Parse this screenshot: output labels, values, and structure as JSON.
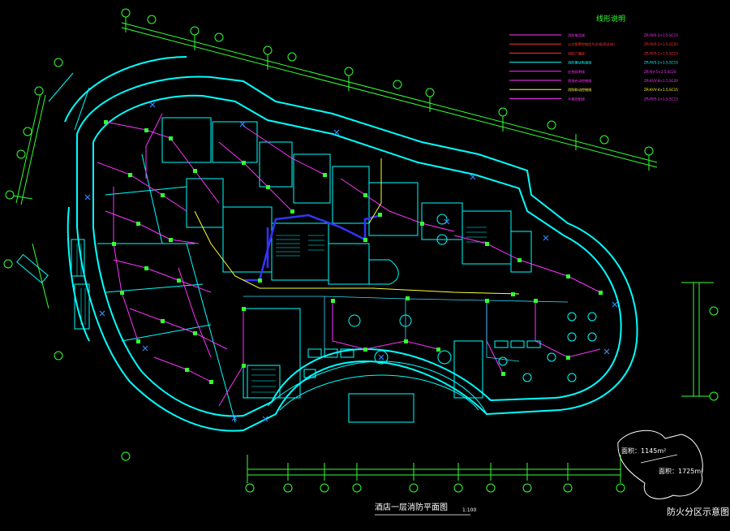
{
  "drawing": {
    "title": "酒店一层消防平面图",
    "scale": "1:100",
    "legend_title": "线形说明",
    "legend_items": [
      {
        "label": "消防电话线",
        "spec": "ZR-RVS-2×1.5,SC15",
        "color": "#ff33ff"
      },
      {
        "label": "火灾报警控制信号总线(两总线)",
        "spec": "ZR-RVS-2×1.5,SC20",
        "color": "#ff3333"
      },
      {
        "label": "消防广播线",
        "spec": "ZR-RVS-2×1.5,SC15",
        "color": "#ff3333"
      },
      {
        "label": "消防模块电源线",
        "spec": "ZR-RVS-2×1.5,SC15",
        "color": "#00ffff"
      },
      {
        "label": "应急照明线",
        "spec": "ZR-YJV-5×2.5,SC20",
        "color": "#ff33ff"
      },
      {
        "label": "直接启动控制线",
        "spec": "ZR-KVV-8×1.5,SC20",
        "color": "#ff33ff"
      },
      {
        "label": "消防联动控制线",
        "spec": "ZR-KVV-4×1.5,SC15",
        "color": "#ffff33"
      },
      {
        "label": "手报控制线",
        "spec": "ZR-RVS-2×1.5,SC15",
        "color": "#ff33ff"
      }
    ],
    "fire_zone": {
      "title": "防火分区示意图",
      "area1": "面积：1145m²",
      "area2": "面积：1725m²"
    },
    "colors": {
      "background": "#000000",
      "wall": "#00ffff",
      "grid": "#33ff33",
      "wiring": "#ff33ff",
      "bus": "#3333ff",
      "signal": "#ffff33",
      "device": "#33ff33"
    }
  }
}
